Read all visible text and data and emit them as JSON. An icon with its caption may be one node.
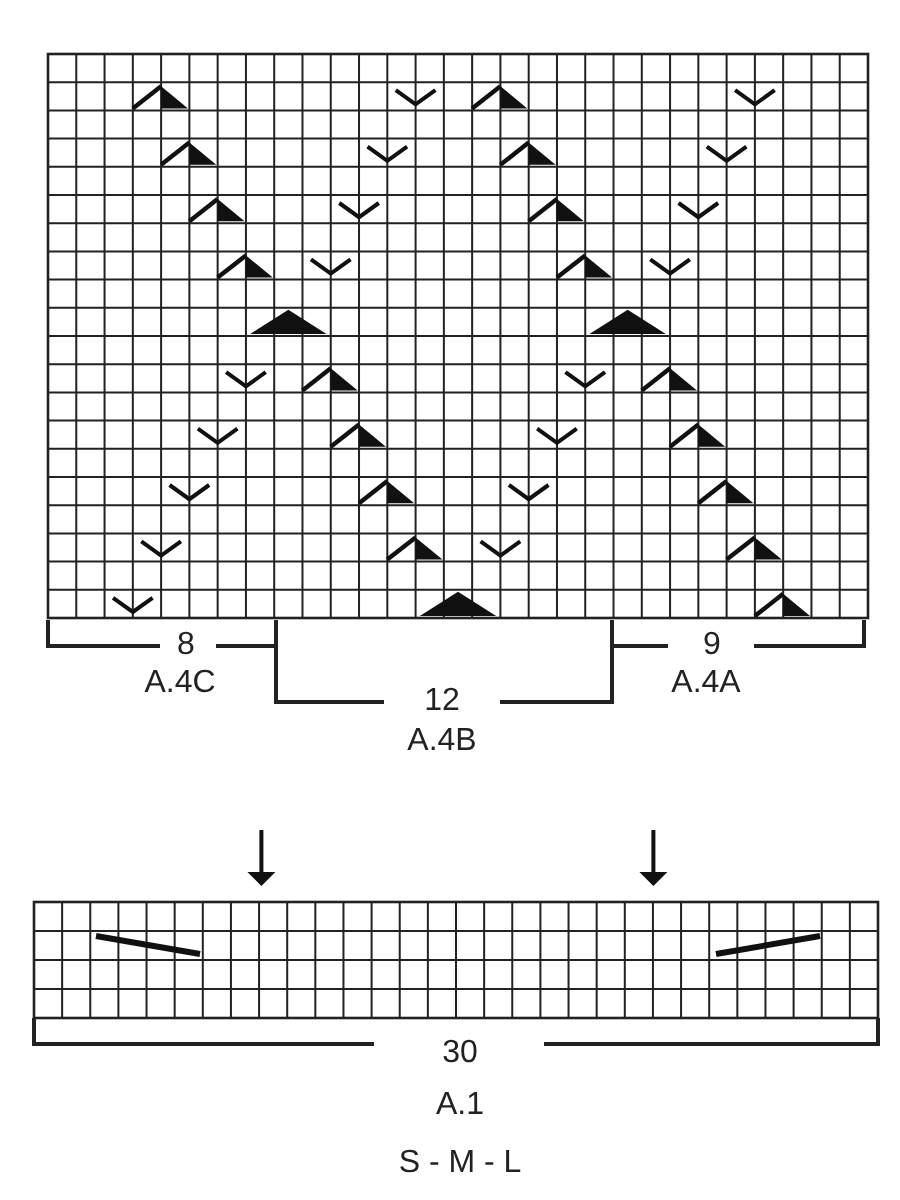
{
  "diagram": {
    "labels": [
      "8",
      "A.4C",
      "12",
      "A.4B",
      "9",
      "A.4A",
      "30",
      "A.1",
      "S - M - L"
    ]
  }
}
